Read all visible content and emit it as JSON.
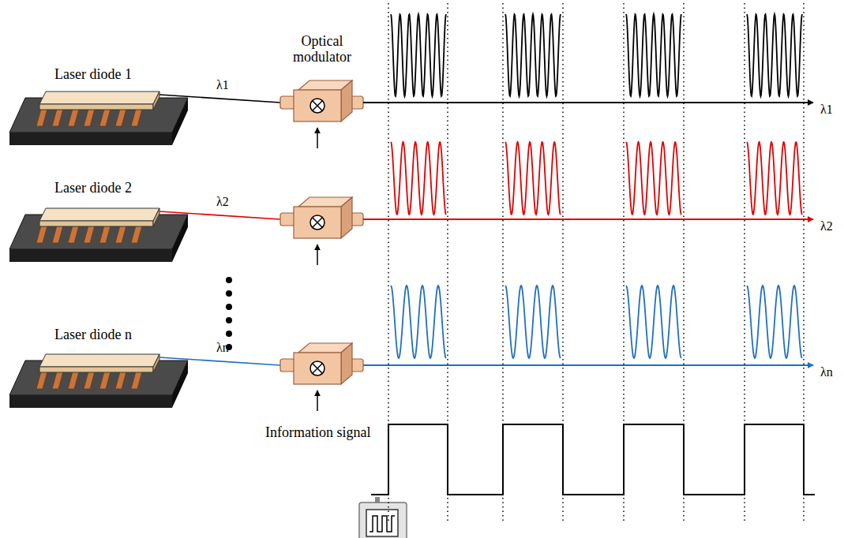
{
  "diagram": {
    "labels": [
      "Laser diode 1",
      "Optical modulator",
      "λ1",
      "λ1",
      "Laser diode 2",
      "λ2",
      "λ2",
      "Laser diode n",
      "λn",
      "λn",
      "Information signal"
    ]
  }
}
